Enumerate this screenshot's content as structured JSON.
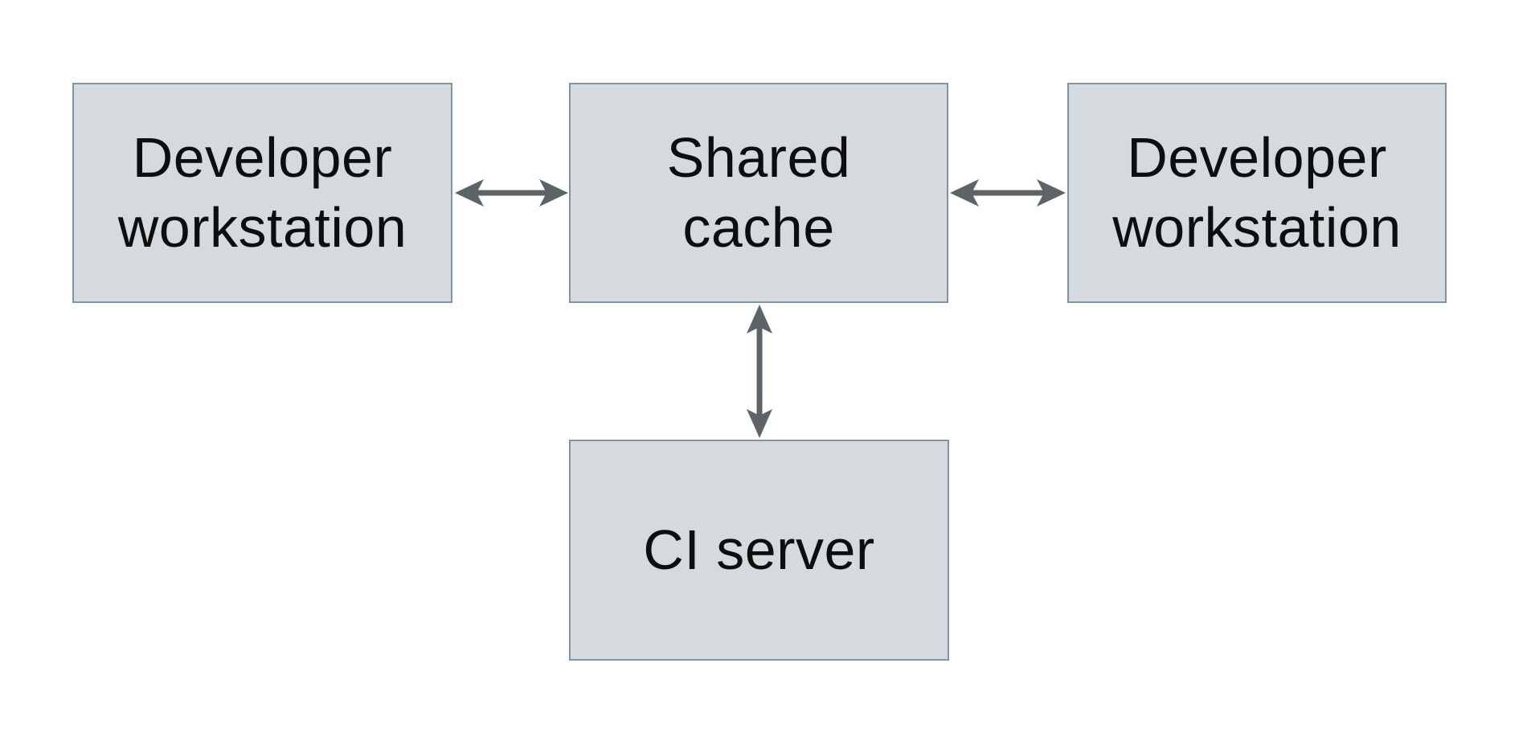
{
  "diagram": {
    "title": "",
    "nodes": [
      {
        "id": "developer-workstation-left",
        "label": "Developer\nworkstation"
      },
      {
        "id": "shared-cache",
        "label": "Shared\ncache"
      },
      {
        "id": "developer-workstation-right",
        "label": "Developer\nworkstation"
      },
      {
        "id": "ci-server",
        "label": "CI server"
      }
    ],
    "edges": [
      {
        "from": "developer-workstation-left",
        "to": "shared-cache",
        "direction": "bidirectional"
      },
      {
        "from": "shared-cache",
        "to": "developer-workstation-right",
        "direction": "bidirectional"
      },
      {
        "from": "shared-cache",
        "to": "ci-server",
        "direction": "bidirectional"
      }
    ],
    "colors": {
      "background": "#ffffff",
      "node_fill": "#d4dadd",
      "node_border": "#7c96a4",
      "arrow": "#5d6468",
      "text": "#0e0e0e"
    }
  }
}
